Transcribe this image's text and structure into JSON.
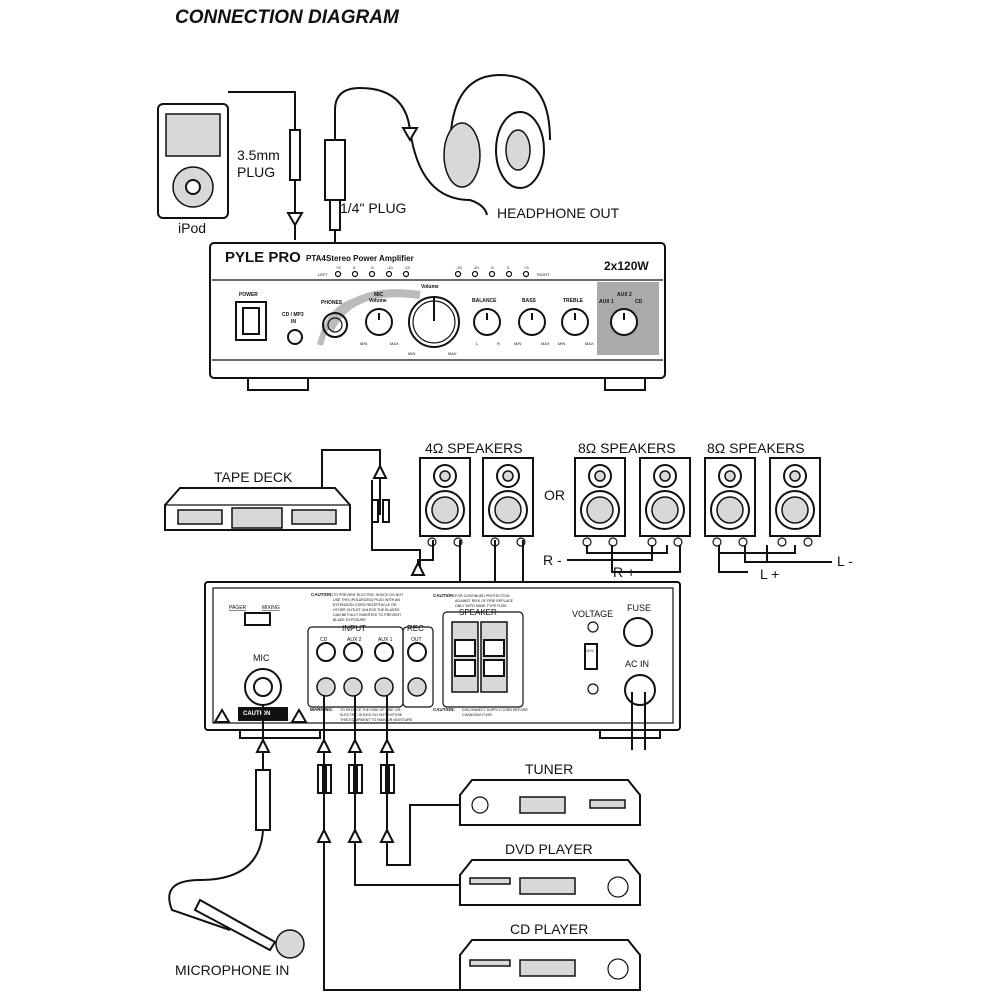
{
  "title": "CONNECTION DIAGRAM",
  "ipod": {
    "label": "iPod"
  },
  "plugs": {
    "mm35": [
      "3.5mm",
      "PLUG"
    ],
    "quarter": "1/4\" PLUG"
  },
  "headphone": {
    "label": "HEADPHONE OUT"
  },
  "front_panel": {
    "brand": "PYLE PRO",
    "model": "PTA4",
    "subtitle": "Stereo Power Amplifier",
    "power_rating": "2x120W",
    "meter_left_label": "LEFT",
    "meter_right_label": "RIGHT",
    "meter_left_ticks": [
      "+3",
      "0",
      "-5",
      "-10",
      "-15"
    ],
    "meter_right_ticks": [
      "-15",
      "-10",
      "-5",
      "0",
      "+3"
    ],
    "power": "POWER",
    "cd_mp3_in": [
      "CD / MP3",
      "IN"
    ],
    "phones": "PHONES",
    "mic_volume": [
      "MIC",
      "Volume"
    ],
    "volume": "Volume",
    "balance": "BALANCE",
    "bass": "BASS",
    "treble": "TREBLE",
    "selector": {
      "aux1": "AUX 1",
      "aux2": "AUX 2",
      "cd": "CD"
    },
    "min": "MIN",
    "max": "MAX",
    "l": "L",
    "r": "R"
  },
  "speakers": {
    "group1": "4Ω SPEAKERS",
    "group2": "8Ω SPEAKERS",
    "group3": "8Ω SPEAKERS",
    "or": "OR",
    "r_minus": "R -",
    "r_plus": "R +",
    "l_plus": "L +",
    "l_minus": "L -"
  },
  "tape_deck": {
    "label": "TAPE DECK"
  },
  "rear_panel": {
    "pager": "PAGER",
    "mixing": "MIXING",
    "mic": "MIC",
    "caution_badge": "CAUTION",
    "caution1_title": "CAUTION:",
    "caution1_text": [
      "TO PREVENT ELECTRIC SHOCK DO NOT",
      "USE THIS (POLARIZED) PLUG WITH AN",
      "EXTENSION CORD RECEPTACLE OR",
      "OTHER OUTLET UNLESS THE BLADES",
      "CAN BE FULLY INSERTED TO PREVENT",
      "BLADE EXPOSURE"
    ],
    "caution2_title": "CAUTION:",
    "caution2_text": [
      "FOR CONTINUED PROTECTION",
      "AGAINST RISK OF FIRE REPLACE",
      "ONLY WITH SAME TYPE FUSE."
    ],
    "input": "INPUT",
    "rec": "REC",
    "cd": "CD",
    "aux2": "AUX 2",
    "aux1": "AUX 1",
    "out": "OUT",
    "speaker": "SPEAKER",
    "voltage": "VOLTAGE",
    "voltage_value": "110V",
    "fuse": "FUSE",
    "ac_in": "AC IN",
    "warning_title": "WARNING:",
    "warning_text": [
      "TO REDUCE THE RISK OF FIRE OR",
      "ELECTRIC SHOCK DO NOT EXPOSE",
      "THIS EQUIPMENT TO RAIN OR MOISTURE."
    ],
    "caution3_title": "CAUTION:",
    "caution3_text": [
      "DISCONNECT SUPPLY CORD BEFORE",
      "CHANGING FUSE."
    ]
  },
  "sources": {
    "tuner": "TUNER",
    "dvd": "DVD PLAYER",
    "cd": "CD PLAYER"
  },
  "microphone": {
    "label": "MICROPHONE IN"
  }
}
